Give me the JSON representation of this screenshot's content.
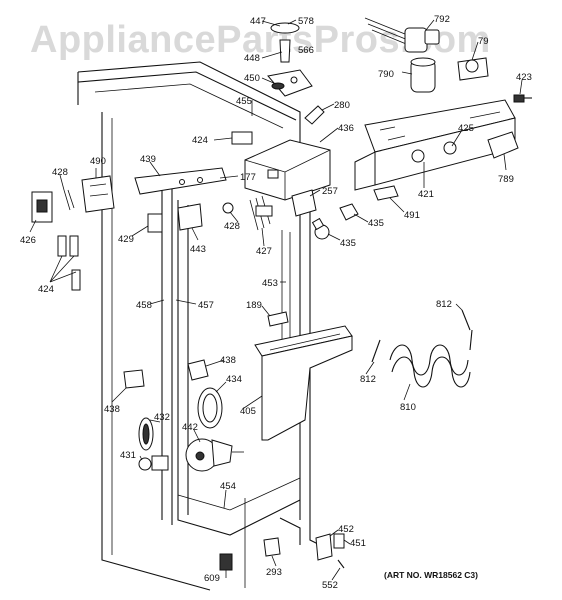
{
  "watermark": "AppliancePartsPros.com",
  "art_number": "(ART NO. WR18562 C3)",
  "callouts": [
    {
      "id": "447",
      "text": "447"
    },
    {
      "id": "578",
      "text": "578"
    },
    {
      "id": "566",
      "text": "566"
    },
    {
      "id": "448",
      "text": "448"
    },
    {
      "id": "450",
      "text": "450"
    },
    {
      "id": "792",
      "text": "792"
    },
    {
      "id": "79x",
      "text": "79"
    },
    {
      "id": "790",
      "text": "790"
    },
    {
      "id": "423",
      "text": "423"
    },
    {
      "id": "455",
      "text": "455"
    },
    {
      "id": "280",
      "text": "280"
    },
    {
      "id": "424a",
      "text": "424"
    },
    {
      "id": "436",
      "text": "436"
    },
    {
      "id": "425",
      "text": "425"
    },
    {
      "id": "789",
      "text": "789"
    },
    {
      "id": "421",
      "text": "421"
    },
    {
      "id": "428a",
      "text": "428"
    },
    {
      "id": "490",
      "text": "490"
    },
    {
      "id": "439",
      "text": "439"
    },
    {
      "id": "177",
      "text": "177"
    },
    {
      "id": "257",
      "text": "257"
    },
    {
      "id": "491",
      "text": "491"
    },
    {
      "id": "435a",
      "text": "435"
    },
    {
      "id": "435b",
      "text": "435"
    },
    {
      "id": "426",
      "text": "426"
    },
    {
      "id": "429",
      "text": "429"
    },
    {
      "id": "443",
      "text": "443"
    },
    {
      "id": "428b",
      "text": "428"
    },
    {
      "id": "427",
      "text": "427"
    },
    {
      "id": "424b",
      "text": "424"
    },
    {
      "id": "453",
      "text": "453"
    },
    {
      "id": "458",
      "text": "458"
    },
    {
      "id": "457",
      "text": "457"
    },
    {
      "id": "189",
      "text": "189"
    },
    {
      "id": "812a",
      "text": "812"
    },
    {
      "id": "438a",
      "text": "438"
    },
    {
      "id": "434",
      "text": "434"
    },
    {
      "id": "812b",
      "text": "812"
    },
    {
      "id": "438b",
      "text": "438"
    },
    {
      "id": "405",
      "text": "405"
    },
    {
      "id": "810",
      "text": "810"
    },
    {
      "id": "432",
      "text": "432"
    },
    {
      "id": "442",
      "text": "442"
    },
    {
      "id": "431",
      "text": "431"
    },
    {
      "id": "454",
      "text": "454"
    },
    {
      "id": "452",
      "text": "452"
    },
    {
      "id": "451",
      "text": "451"
    },
    {
      "id": "609",
      "text": "609"
    },
    {
      "id": "293",
      "text": "293"
    },
    {
      "id": "552",
      "text": "552"
    }
  ]
}
